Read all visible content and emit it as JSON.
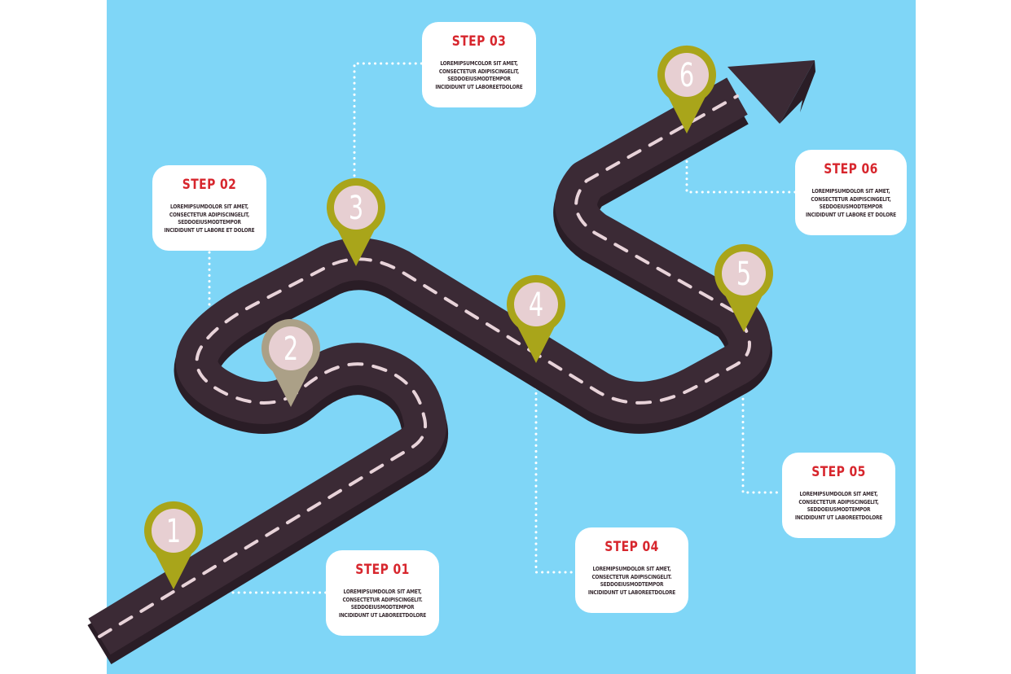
{
  "colors": {
    "background": "#7fd6f7",
    "road_top": "#3b2a35",
    "road_side": "#2a1d26",
    "road_dash": "#e8d3d9",
    "pin_active": "#a9a51a",
    "pin_muted": "#aba087",
    "pin_face": "#e7cfd2",
    "step_title": "#d7262d",
    "card": "#ffffff",
    "connector": "#ffffff"
  },
  "pins": [
    {
      "number": "1",
      "style": "active"
    },
    {
      "number": "2",
      "style": "muted"
    },
    {
      "number": "3",
      "style": "active"
    },
    {
      "number": "4",
      "style": "active"
    },
    {
      "number": "5",
      "style": "active"
    },
    {
      "number": "6",
      "style": "active"
    }
  ],
  "steps": [
    {
      "title": "STEP 01",
      "body": "LOREMIPSUMDOLOR SIT AMET,\nCONSECTETUR ADIPISCINGELIT.\nSEDDOEIUSMODTEMPOR\nINCIDIDUNT UT LABOREETDOLORE"
    },
    {
      "title": "STEP 02",
      "body": "LOREMIPSUMDOLOR SIT AMET,\nCONSECTETUR ADIPISCINGELIT,\nSEDDOEIUSMODTEMPOR\nINCIDIDUNT UT LABORE ET DOLORE"
    },
    {
      "title": "STEP 03",
      "body": "LOREMIPSUMCOLOR SIT AMET,\nCONSECTETUR ADIPISCINGELIT,\nSEDDOEIUSMODTEMPOR\nINCIDIDUNT UT LABOREETDOLORE"
    },
    {
      "title": "STEP 04",
      "body": "LOREMIPSUMDOLOR SIT AMET,\nCONSECTETUR ADIPISCINGELIT.\nSEDDOEIUSMODTEMPOR\nINCIDIDUNT UT LABOREETDOLORE"
    },
    {
      "title": "STEP 05",
      "body": "LOREMIPSUMDOLOR SIT AMET,\nCONSECTETUR ADIPISCINGELIT,\nSEDDOEIUSMODTEMPOR\nINCIDIDUNT UT LABOREETDOLORE"
    },
    {
      "title": "STEP 06",
      "body": "LOREMIPSUMDOLOR SIT AMET,\nCONSECTETUR ADIPISCINGELIT,\nSEDDOEIUSMODTEMPOR\nINCIDIDUNT UT LABORE ET DOLORE"
    }
  ]
}
